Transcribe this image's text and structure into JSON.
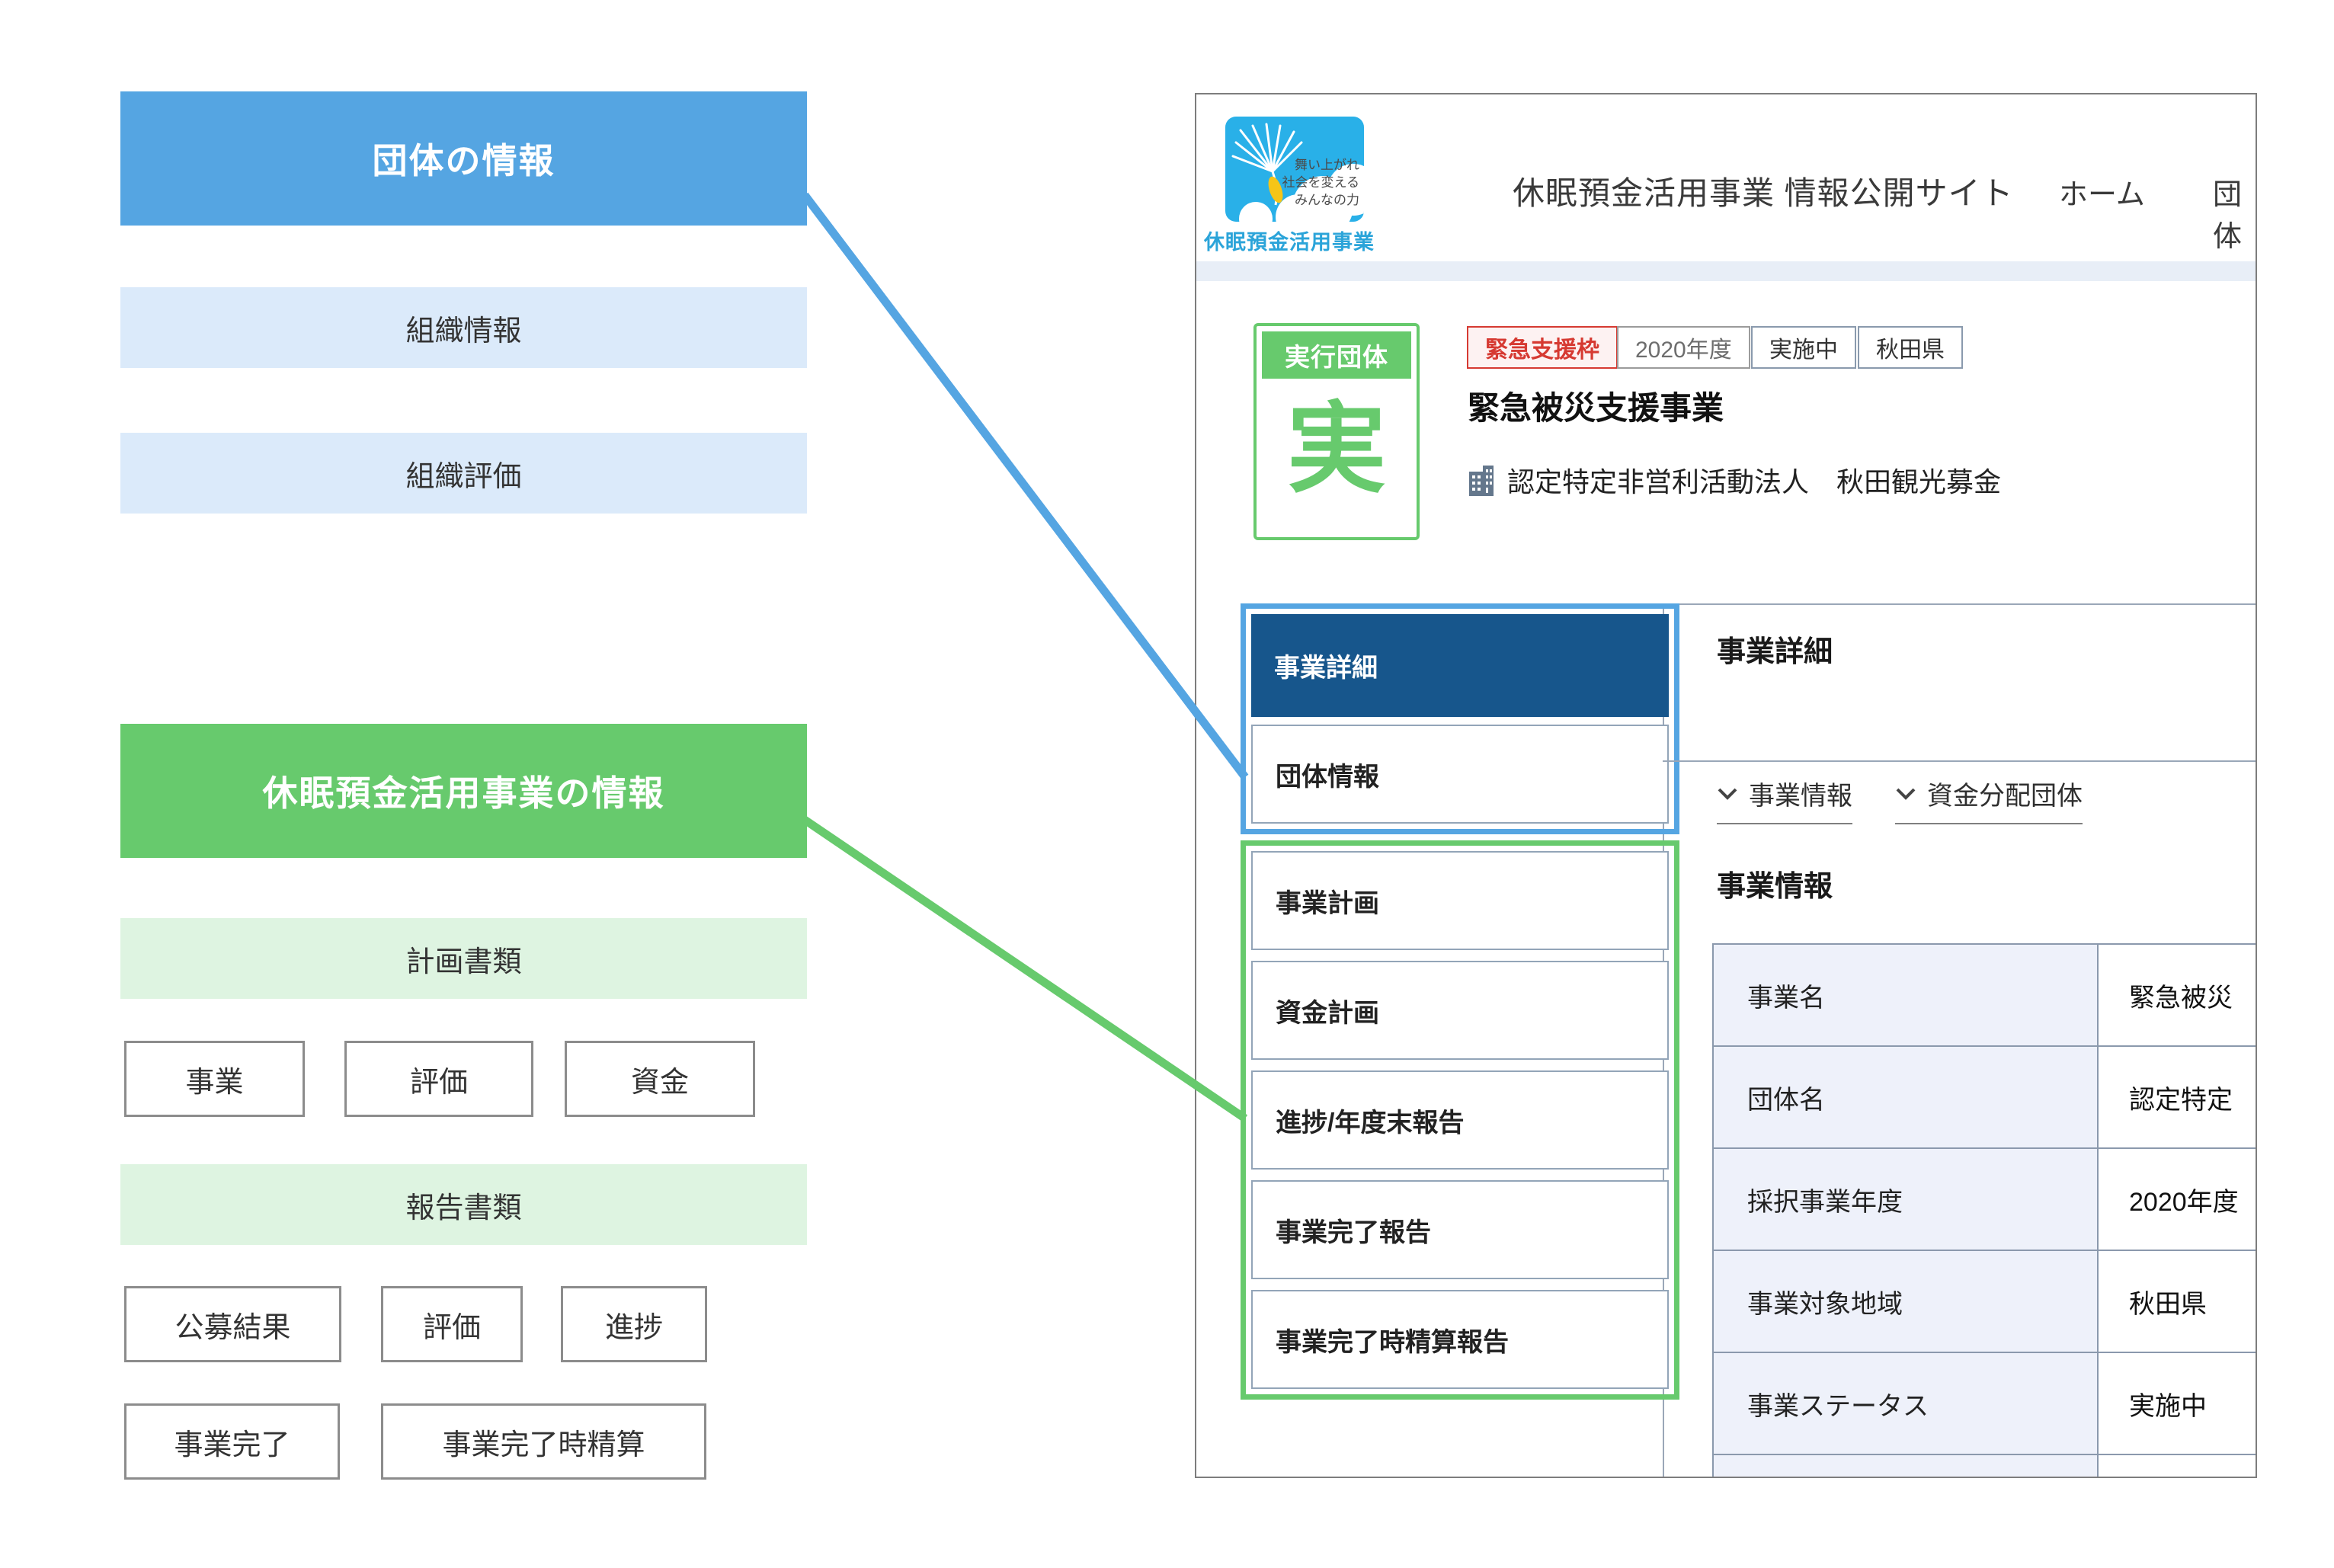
{
  "annotation": {
    "org_group": {
      "title": "団体の情報",
      "rows": [
        "組織情報",
        "組織評価"
      ]
    },
    "fund_group": {
      "title": "休眠預金活用事業の情報",
      "plan_header": "計画書類",
      "plan_boxes": [
        "事業",
        "評価",
        "資金"
      ],
      "report_header": "報告書類",
      "report_boxes_row1": [
        "公募結果",
        "評価",
        "進捗"
      ],
      "report_boxes_row2": [
        "事業完了",
        "事業完了時精算"
      ]
    },
    "colors": {
      "blue": "#55a5e2",
      "light_blue": "#dbeafa",
      "green": "#67ca6d",
      "light_green": "#def4e1"
    }
  },
  "site": {
    "logo": {
      "slogan_lines": [
        "舞い上がれ",
        "社会を変える",
        "みんなの力"
      ],
      "caption": "休眠預金活用事業"
    },
    "title": "休眠預金活用事業 情報公開サイト",
    "nav": [
      "ホーム",
      "団体"
    ]
  },
  "project": {
    "badge": {
      "header": "実行団体",
      "char": "実"
    },
    "tags": [
      "緊急支援枠",
      "2020年度",
      "実施中",
      "秋田県"
    ],
    "title": "緊急被災支援事業",
    "org": "認定特定非営利活動法人　秋田観光募金"
  },
  "sidebar": {
    "items": [
      {
        "label": "事業詳細"
      },
      {
        "label": "団体情報"
      },
      {
        "label": "事業計画"
      },
      {
        "label": "資金計画"
      },
      {
        "label": "進捗/年度末報告"
      },
      {
        "label": "事業完了報告"
      },
      {
        "label": "事業完了時精算報告"
      }
    ]
  },
  "content": {
    "heading": "事業詳細",
    "links": [
      "事業情報",
      "資金分配団体"
    ],
    "section_heading": "事業情報",
    "table": {
      "rows": [
        {
          "label": "事業名",
          "value": "緊急被災"
        },
        {
          "label": "団体名",
          "value": "認定特定"
        },
        {
          "label": "採択事業年度",
          "value": "2020年度"
        },
        {
          "label": "事業対象地域",
          "value": "秋田県"
        },
        {
          "label": "事業ステータス",
          "value": "実施中"
        }
      ]
    }
  }
}
